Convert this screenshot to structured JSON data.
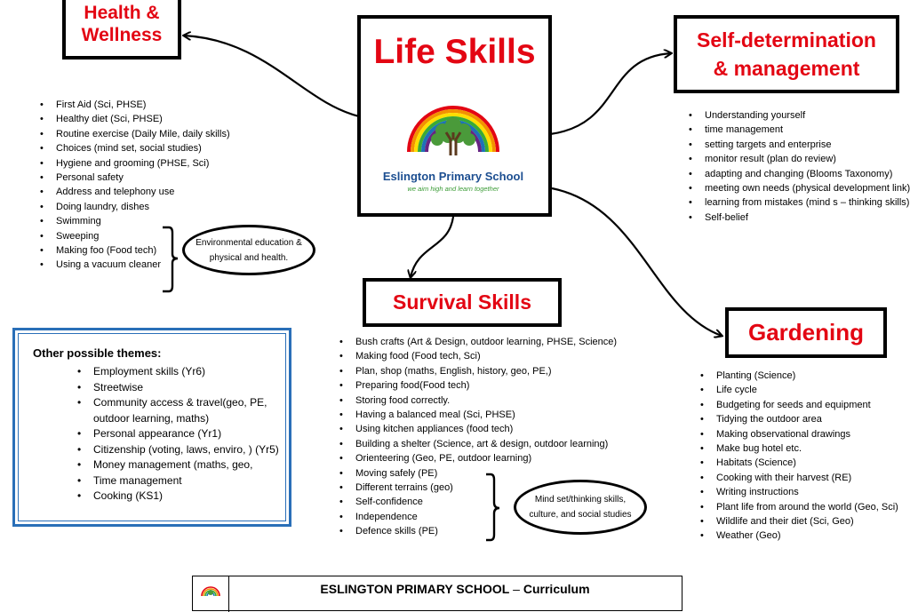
{
  "center": {
    "title": "Life Skills",
    "logo_name": "Eslington Primary School",
    "logo_motto": "we aim high and learn together"
  },
  "health": {
    "title_line1": "Health &",
    "title_line2": "Wellness",
    "items": [
      "First Aid (Sci, PHSE)",
      "Healthy diet (Sci, PHSE)",
      "Routine exercise (Daily Mile, daily skills)",
      "Choices (mind set, social studies)",
      "Hygiene and grooming (PHSE, Sci)",
      "Personal safety",
      "Address and telephony use",
      "Doing laundry, dishes",
      "Swimming",
      "Sweeping",
      "Making foo (Food tech)",
      "Using a vacuum cleaner"
    ],
    "note_line1": "Environmental education &",
    "note_line2": "physical and health."
  },
  "selfdet": {
    "title_line1": "Self-determination",
    "title_line2": "& management",
    "items": [
      "Understanding yourself",
      "time management",
      "setting targets and enterprise",
      "monitor result (plan do review)",
      "adapting and changing (Blooms Taxonomy)",
      "meeting own needs (physical development link)",
      "learning from mistakes (mind s – thinking skills)",
      "Self-belief"
    ]
  },
  "survival": {
    "title": "Survival Skills",
    "items": [
      "Bush crafts (Art & Design, outdoor learning, PHSE, Science)",
      "Making food (Food tech, Sci)",
      "Plan, shop (maths, English, history, geo, PE,)",
      "Preparing food(Food tech)",
      "Storing food correctly.",
      "Having a balanced meal (Sci, PHSE)",
      "Using kitchen appliances (food tech)",
      "Building a shelter (Science, art & design, outdoor learning)",
      "Orienteering (Geo, PE,  outdoor learning)",
      "Moving safely (PE)",
      "Different terrains (geo)",
      "Self-confidence",
      "Independence",
      "Defence skills (PE)"
    ],
    "note_line1": "Mind set/thinking skills,",
    "note_line2": "culture, and social studies"
  },
  "gardening": {
    "title": "Gardening",
    "items": [
      "Planting (Science)",
      "Life cycle",
      "Budgeting for seeds and equipment",
      "Tidying the outdoor area",
      "Making observational drawings",
      "Make bug hotel etc.",
      "Habitats (Science)",
      "Cooking with their harvest (RE)",
      "Writing instructions",
      "Plant life from around the world (Geo, Sci)",
      "Wildlife and their diet (Sci, Geo)",
      "Weather (Geo)"
    ]
  },
  "other": {
    "title": "Other possible themes:",
    "items": [
      "Employment skills (Yr6)",
      "Streetwise",
      "Community access & travel(geo, PE, outdoor learning, maths)",
      "Personal appearance (Yr1)",
      "Citizenship (voting, laws, enviro, ) (Yr5)",
      "Money management (maths, geo,",
      "Time management",
      "Cooking (KS1)"
    ]
  },
  "footer": {
    "school": "ESLINGTON PRIMARY SCHOOL",
    "separator": " – ",
    "subject": "Curriculum"
  },
  "colors": {
    "title_red": "#e30613",
    "frame_blue": "#2a6fb8",
    "motto_green": "#3a9b35"
  }
}
